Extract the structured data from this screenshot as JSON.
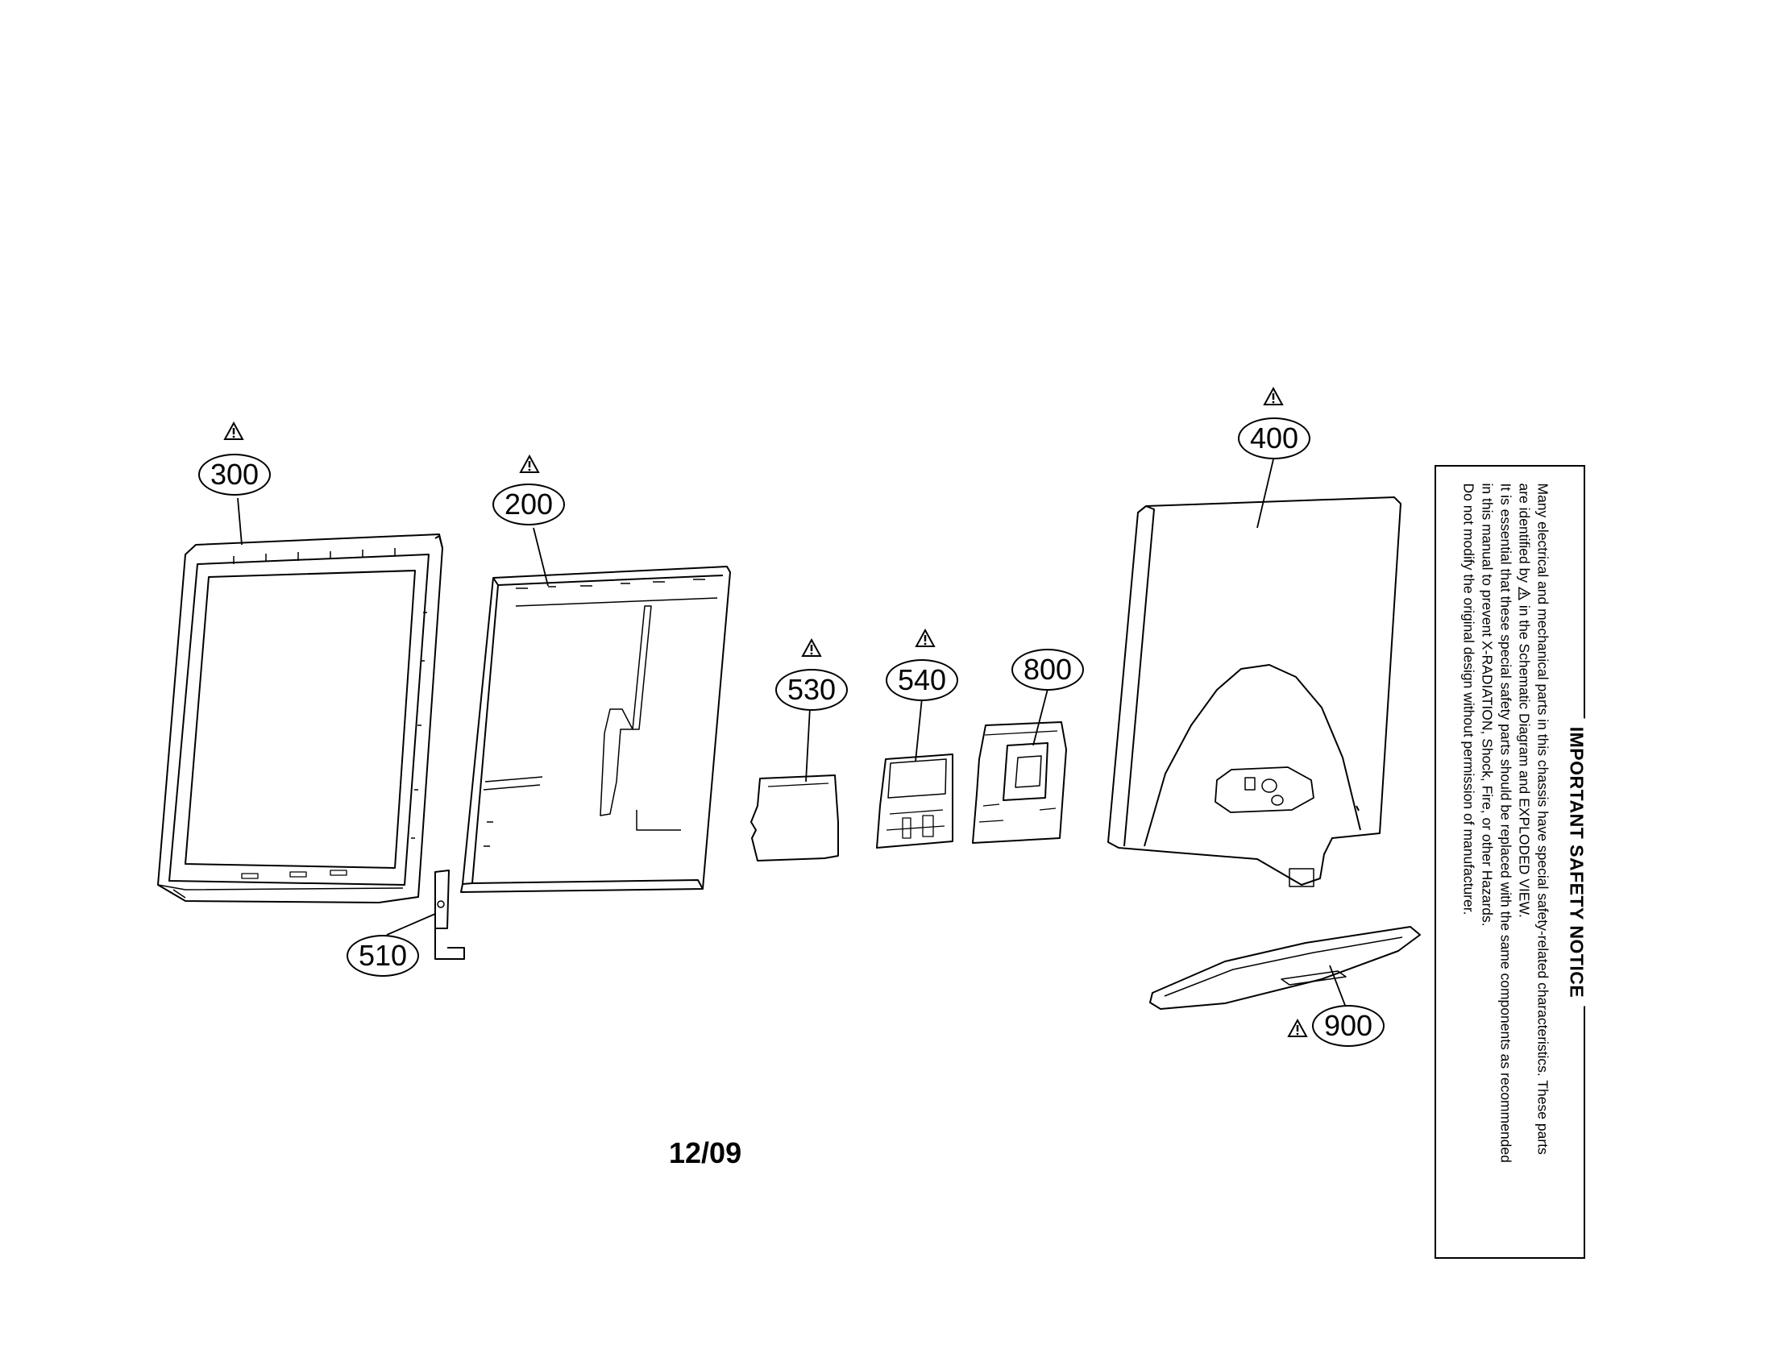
{
  "parts": [
    {
      "id": "300",
      "label": "300",
      "safety": true
    },
    {
      "id": "200",
      "label": "200",
      "safety": true
    },
    {
      "id": "530",
      "label": "530",
      "safety": true
    },
    {
      "id": "540",
      "label": "540",
      "safety": true
    },
    {
      "id": "800",
      "label": "800",
      "safety": false
    },
    {
      "id": "400",
      "label": "400",
      "safety": true
    },
    {
      "id": "510",
      "label": "510",
      "safety": false
    },
    {
      "id": "900",
      "label": "900",
      "safety": true
    }
  ],
  "date_code": "12/09",
  "notice": {
    "title": "IMPORTANT SAFETY NOTICE",
    "line1": "Many electrical and mechanical parts in this chassis have special safety-related characteristics. These parts",
    "line2_pre": "are identified by",
    "line2_post": "in the Schematic Diagram and EXPLODED VIEW.",
    "line3": "It is essential that these special safety parts should be replaced with the same components as recommended",
    "line4": "in this manual to prevent X-RADIATION, Shock, Fire, or other Hazards.",
    "line5": "Do not modify the original design without permission of manufacturer."
  }
}
